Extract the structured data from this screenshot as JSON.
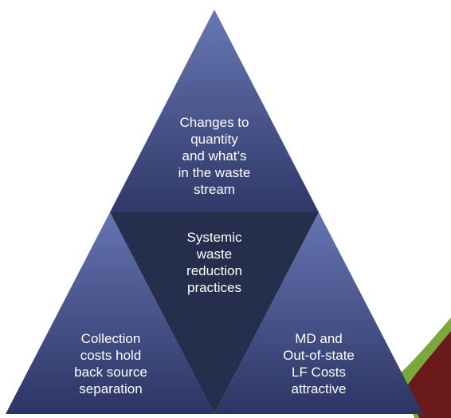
{
  "triangles": {
    "top": {
      "text": "Changes to\nquantity\nand what’s\nin the waste\nstream"
    },
    "center": {
      "text": "Systemic\nwaste\nreduction\npractices"
    },
    "bottom_left": {
      "text": "Collection\ncosts hold\nback source\nseparation"
    },
    "bottom_right": {
      "text": "MD and\nOut-of-state\nLF Costs\nattractive"
    }
  },
  "colors": {
    "outer_triangle_light": "#6878b4",
    "outer_triangle_dark": "#2c3464",
    "center_triangle": "#252f4d",
    "corner_green": "#7ba83a",
    "corner_maroon": "#6a1a1c"
  }
}
